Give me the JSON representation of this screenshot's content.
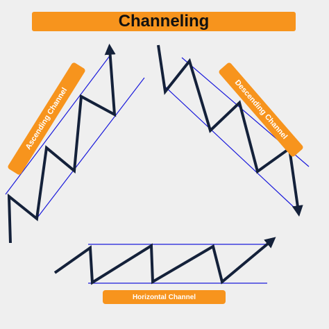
{
  "title": "Channeling",
  "labels": {
    "ascending": "Ascending Channel",
    "descending": "Descending Channel",
    "horizontal": "Horizontal Channel"
  },
  "colors": {
    "background": "#efefef",
    "banner": "#f7941d",
    "zigzag": "#14213a",
    "channel_lines": "#1a1adb",
    "label_text": "#ffffff",
    "title_text": "#111111"
  }
}
